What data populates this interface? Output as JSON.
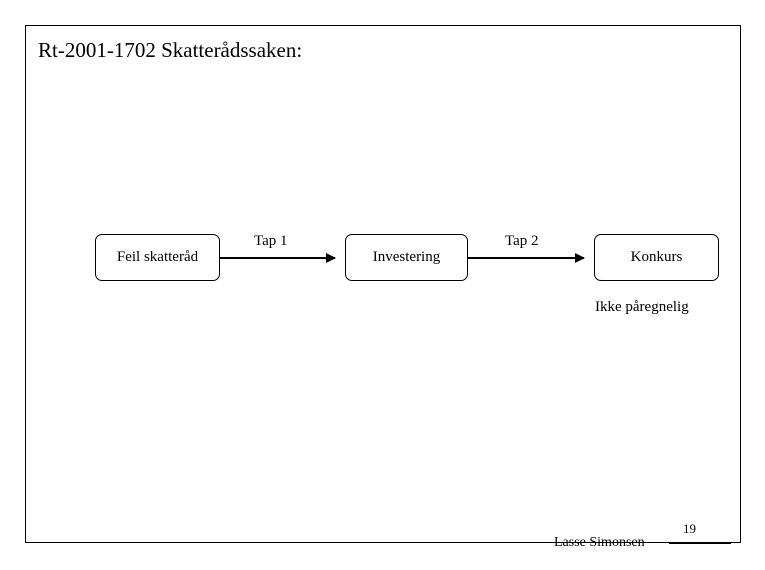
{
  "slide": {
    "title": "Rt-2001-1702 Skatterådssaken:",
    "diagram": {
      "nodes": [
        {
          "id": "node-1",
          "label": "Feil skatteråd"
        },
        {
          "id": "node-2",
          "label": "Investering"
        },
        {
          "id": "node-3",
          "label": "Konkurs"
        }
      ],
      "edges": [
        {
          "id": "edge-1",
          "label": "Tap 1",
          "from": "node-1",
          "to": "node-2"
        },
        {
          "id": "edge-2",
          "label": "Tap 2",
          "from": "node-2",
          "to": "node-3"
        }
      ],
      "annotations": [
        {
          "id": "note-1",
          "text": "Ikke påregnelig"
        }
      ]
    },
    "footer": {
      "author": "Lasse Simonsen",
      "page_number": "19"
    }
  }
}
